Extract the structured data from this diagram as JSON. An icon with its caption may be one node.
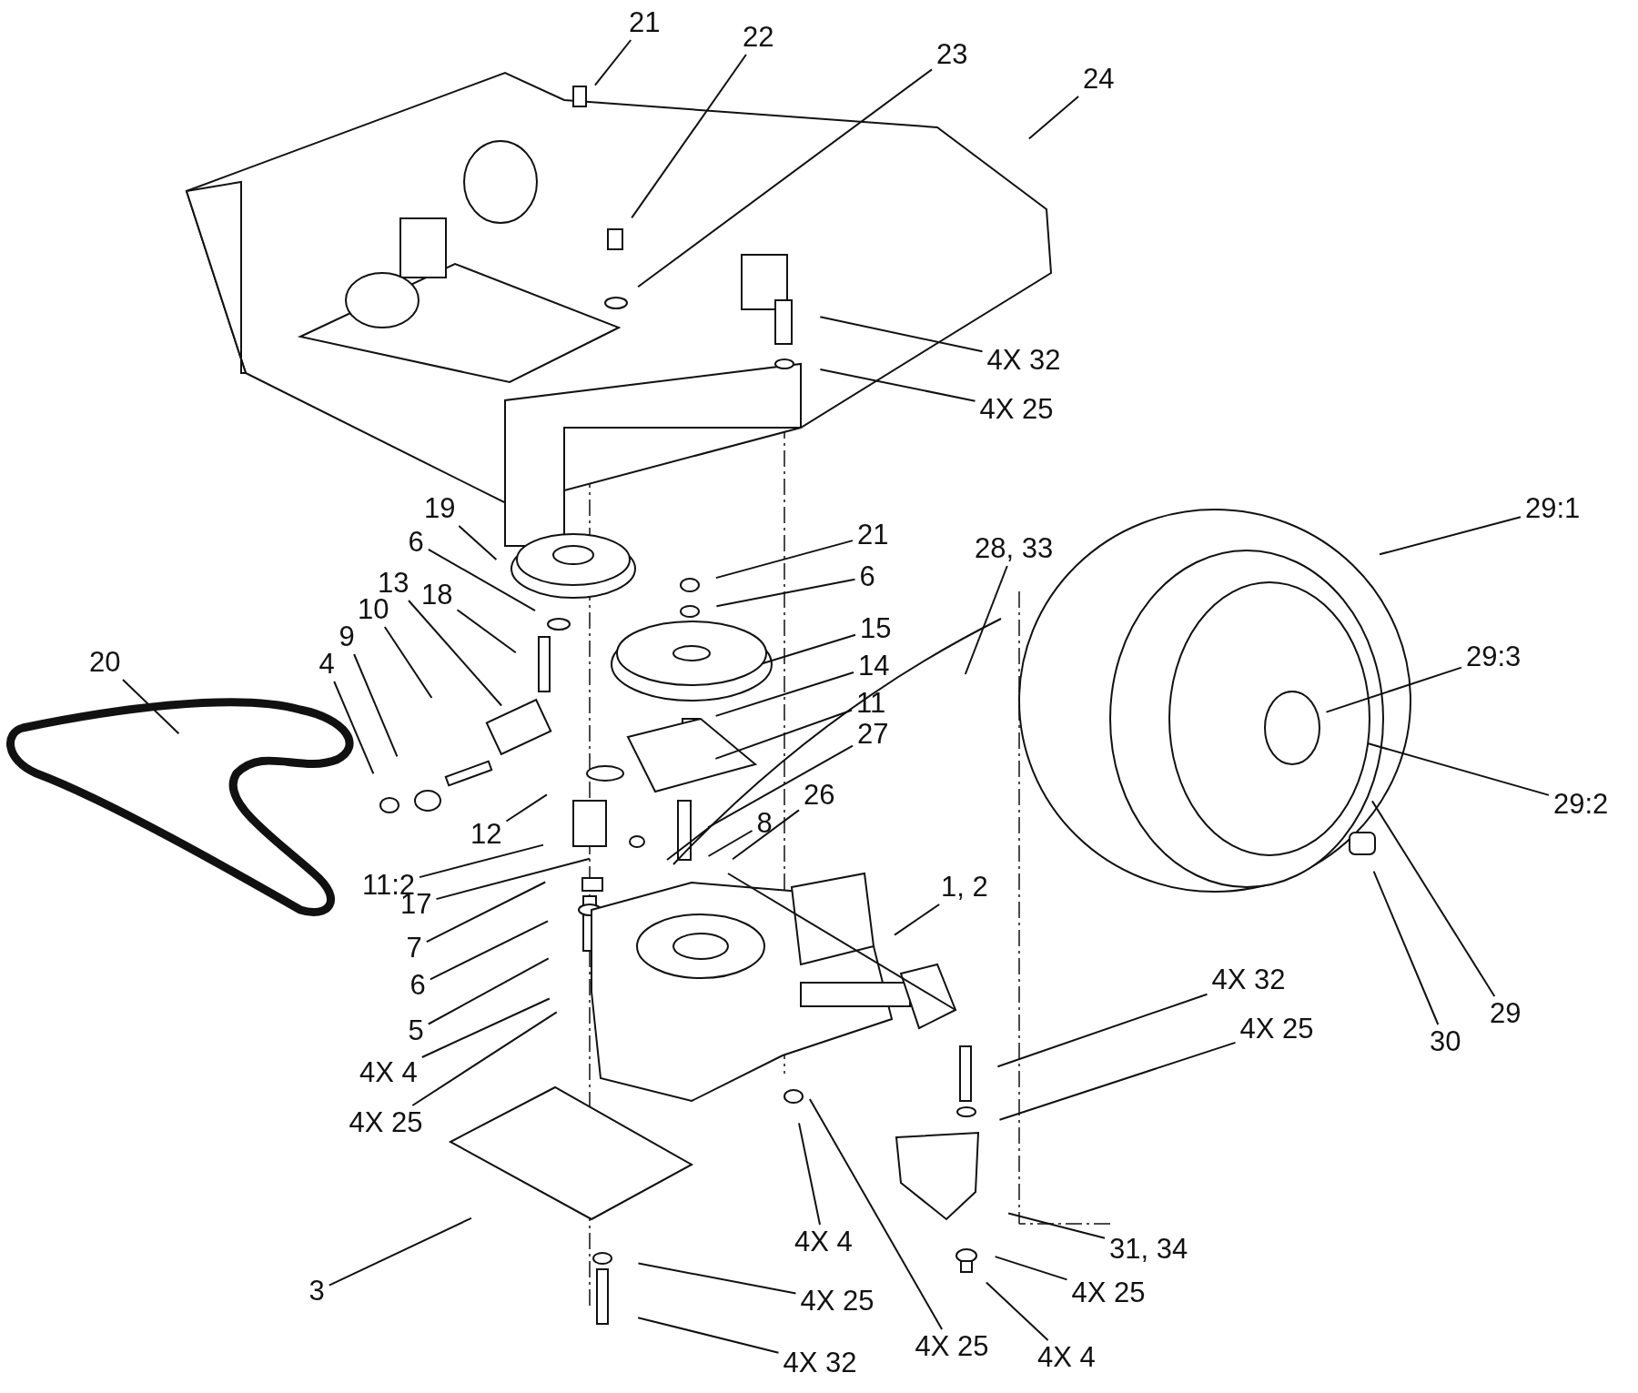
{
  "diagram": {
    "nodes": [
      {
        "text": [
          "21"
        ]
      },
      {
        "text": [
          "22"
        ]
      },
      {
        "text": [
          "23"
        ]
      },
      {
        "text": [
          "24"
        ]
      },
      {
        "text": [
          "4X 32"
        ]
      },
      {
        "text": [
          "4X 25"
        ]
      },
      {
        "text": [
          "19"
        ]
      },
      {
        "text": [
          "29:1"
        ]
      },
      {
        "text": [
          "21"
        ]
      },
      {
        "text": [
          "6"
        ]
      },
      {
        "text": [
          "28, 33"
        ]
      },
      {
        "text": [
          "6"
        ]
      },
      {
        "text": [
          "13"
        ]
      },
      {
        "text": [
          "18"
        ]
      },
      {
        "text": [
          "10"
        ]
      },
      {
        "text": [
          "15"
        ]
      },
      {
        "text": [
          "9"
        ]
      },
      {
        "text": [
          "29:3"
        ]
      },
      {
        "text": [
          "20"
        ]
      },
      {
        "text": [
          "4"
        ]
      },
      {
        "text": [
          "14"
        ]
      },
      {
        "text": [
          "11"
        ]
      },
      {
        "text": [
          "27"
        ]
      },
      {
        "text": [
          "26"
        ]
      },
      {
        "text": [
          "29:2"
        ]
      },
      {
        "text": [
          "8"
        ]
      },
      {
        "text": [
          "12"
        ]
      },
      {
        "text": [
          "11:2"
        ]
      },
      {
        "text": [
          "1, 2"
        ]
      },
      {
        "text": [
          "17"
        ]
      },
      {
        "text": [
          "7"
        ]
      },
      {
        "text": [
          "4X 32"
        ]
      },
      {
        "text": [
          "6"
        ]
      },
      {
        "text": [
          "29"
        ]
      },
      {
        "text": [
          "4X 25"
        ]
      },
      {
        "text": [
          "5"
        ]
      },
      {
        "text": [
          "30"
        ]
      },
      {
        "text": [
          "4X 4"
        ]
      },
      {
        "text": [
          "4X 25"
        ]
      },
      {
        "text": [
          "4X 4"
        ]
      },
      {
        "text": [
          "31, 34"
        ]
      },
      {
        "text": [
          "3"
        ]
      },
      {
        "text": [
          "4X 25"
        ]
      },
      {
        "text": [
          "4X 25"
        ]
      },
      {
        "text": [
          "4X 25"
        ]
      },
      {
        "text": [
          "4X 4"
        ]
      },
      {
        "text": [
          "4X 32"
        ]
      }
    ],
    "edges": [
      {
        "from": 0,
        "to": null,
        "arrow": "none"
      },
      {
        "from": 1,
        "to": null,
        "arrow": "none"
      },
      {
        "from": 2,
        "to": null,
        "arrow": "none"
      },
      {
        "from": 3,
        "to": null,
        "arrow": "none"
      },
      {
        "from": 4,
        "to": null,
        "arrow": "none"
      },
      {
        "from": 5,
        "to": null,
        "arrow": "none"
      },
      {
        "from": 6,
        "to": null,
        "arrow": "none"
      },
      {
        "from": 7,
        "to": null,
        "arrow": "none"
      },
      {
        "from": 8,
        "to": null,
        "arrow": "none"
      },
      {
        "from": 9,
        "to": null,
        "arrow": "none"
      },
      {
        "from": 10,
        "to": null,
        "arrow": "none"
      },
      {
        "from": 11,
        "to": null,
        "arrow": "none"
      },
      {
        "from": 12,
        "to": null,
        "arrow": "none"
      },
      {
        "from": 13,
        "to": null,
        "arrow": "none"
      },
      {
        "from": 14,
        "to": null,
        "arrow": "none"
      },
      {
        "from": 15,
        "to": null,
        "arrow": "none"
      },
      {
        "from": 16,
        "to": null,
        "arrow": "none"
      },
      {
        "from": 17,
        "to": null,
        "arrow": "none"
      },
      {
        "from": 18,
        "to": null,
        "arrow": "none"
      },
      {
        "from": 19,
        "to": null,
        "arrow": "none"
      },
      {
        "from": 20,
        "to": null,
        "arrow": "none"
      },
      {
        "from": 21,
        "to": null,
        "arrow": "none"
      },
      {
        "from": 22,
        "to": null,
        "arrow": "none"
      },
      {
        "from": 23,
        "to": null,
        "arrow": "none"
      },
      {
        "from": 24,
        "to": null,
        "arrow": "none"
      },
      {
        "from": 25,
        "to": null,
        "arrow": "none"
      },
      {
        "from": 26,
        "to": null,
        "arrow": "none"
      },
      {
        "from": 27,
        "to": null,
        "arrow": "none"
      },
      {
        "from": 28,
        "to": null,
        "arrow": "none"
      },
      {
        "from": 29,
        "to": null,
        "arrow": "none"
      },
      {
        "from": 30,
        "to": null,
        "arrow": "none"
      },
      {
        "from": 31,
        "to": null,
        "arrow": "none"
      },
      {
        "from": 32,
        "to": null,
        "arrow": "none"
      },
      {
        "from": 33,
        "to": null,
        "arrow": "none"
      },
      {
        "from": 34,
        "to": null,
        "arrow": "none"
      },
      {
        "from": 35,
        "to": null,
        "arrow": "none"
      },
      {
        "from": 36,
        "to": null,
        "arrow": "none"
      },
      {
        "from": 37,
        "to": null,
        "arrow": "none"
      },
      {
        "from": 38,
        "to": null,
        "arrow": "none"
      },
      {
        "from": 39,
        "to": null,
        "arrow": "none"
      },
      {
        "from": 40,
        "to": null,
        "arrow": "none"
      },
      {
        "from": 41,
        "to": null,
        "arrow": "none"
      },
      {
        "from": 42,
        "to": null,
        "arrow": "none"
      },
      {
        "from": 43,
        "to": null,
        "arrow": "none"
      },
      {
        "from": 44,
        "to": null,
        "arrow": "none"
      },
      {
        "from": 45,
        "to": null,
        "arrow": "none"
      },
      {
        "from": 46,
        "to": null,
        "arrow": "none"
      }
    ]
  }
}
